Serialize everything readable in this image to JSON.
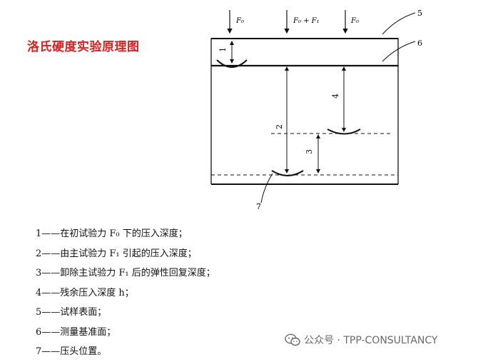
{
  "title": "洛氏硬度实验原理图",
  "diagram": {
    "force_labels": [
      "F₀",
      "F₀ + F₁",
      "F₀"
    ],
    "callouts": [
      "1",
      "2",
      "3",
      "4",
      "5",
      "6",
      "7"
    ]
  },
  "legend": [
    "1——在初试验力 F₀ 下的压入深度；",
    "2——由主试验力 F₁ 引起的压入深度；",
    "3——卸除主试验力 F₁ 后的弹性回复深度；",
    "4——残余压入深度 h；",
    "5——试样表面；",
    "6——测量基准面；",
    "7——压头位置。"
  ],
  "watermark": {
    "icon": "wechat-icon",
    "text": "公众号 · TPP-CONSULTANCY"
  },
  "colors": {
    "title": "#e0201f",
    "line": "#111111",
    "watermark": "#6a6a6a"
  }
}
